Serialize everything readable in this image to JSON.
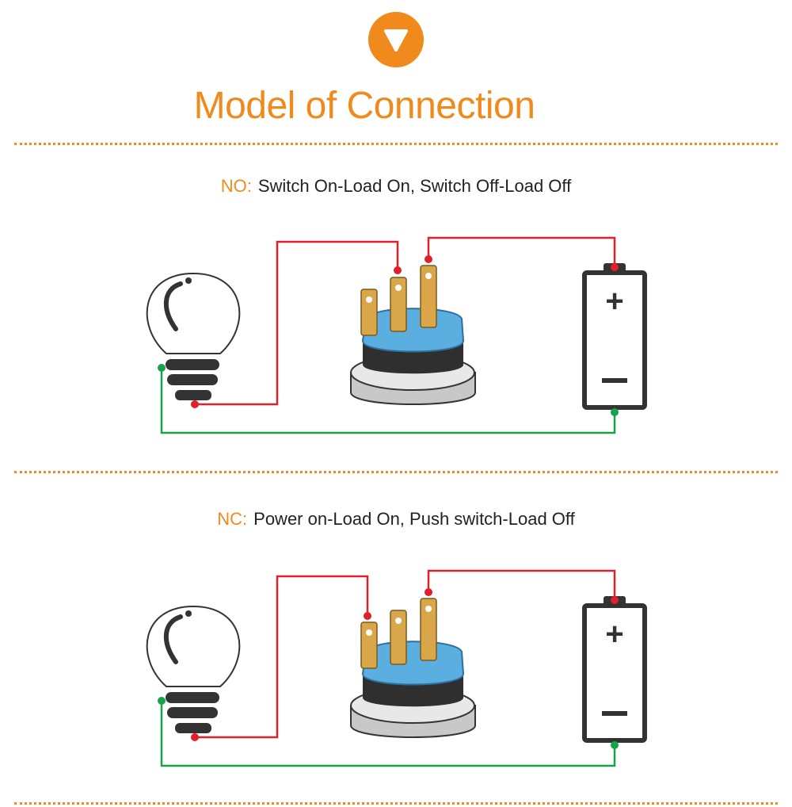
{
  "header": {
    "title": "Model of Connection",
    "badge_icon": "down-arrow-icon"
  },
  "sections": [
    {
      "mode": "NO:",
      "description": "Switch On-Load On, Switch Off-Load Off"
    },
    {
      "mode": "NC:",
      "description": "Power on-Load On, Push switch-Load Off"
    }
  ],
  "colors": {
    "accent": "#f08a1c",
    "wire_positive": "#e0202a",
    "wire_negative": "#16a34a",
    "switch_body": "#5aaee0",
    "terminal": "#d9a64a",
    "outline": "#333333"
  },
  "battery": {
    "plus_label": "+",
    "minus_label": "−"
  }
}
